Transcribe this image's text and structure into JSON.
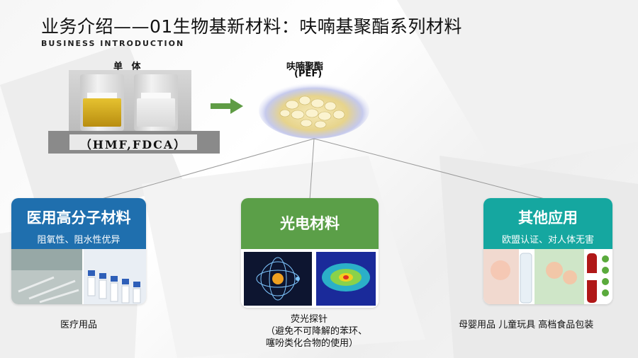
{
  "title": "业务介绍——01生物基新材料：呋喃基聚酯系列材料",
  "subtitle": "BUSINESS INTRODUCTION",
  "monomer": {
    "label": "单 体",
    "name": "（HMF,FDCA）"
  },
  "pef": {
    "name": "呋喃聚酯",
    "abbr": "(PEF)"
  },
  "cards": [
    {
      "title": "医用高分子材料",
      "subtitle": "阻氧性、阻水性优异",
      "caption": "医疗用品",
      "color": "#1f6fae"
    },
    {
      "title": "光电材料",
      "subtitle": "",
      "caption_lines": [
        "荧光探针",
        "（避免不可降解的苯环、",
        "噻吩类化合物的使用）"
      ],
      "color": "#5b9f48"
    },
    {
      "title": "其他应用",
      "subtitle": "欧盟认证、对人体无害",
      "caption": "母婴用品 儿童玩具 高档食品包装",
      "color": "#15a7a0"
    }
  ],
  "colors": {
    "arrow": "#5f9c45"
  }
}
